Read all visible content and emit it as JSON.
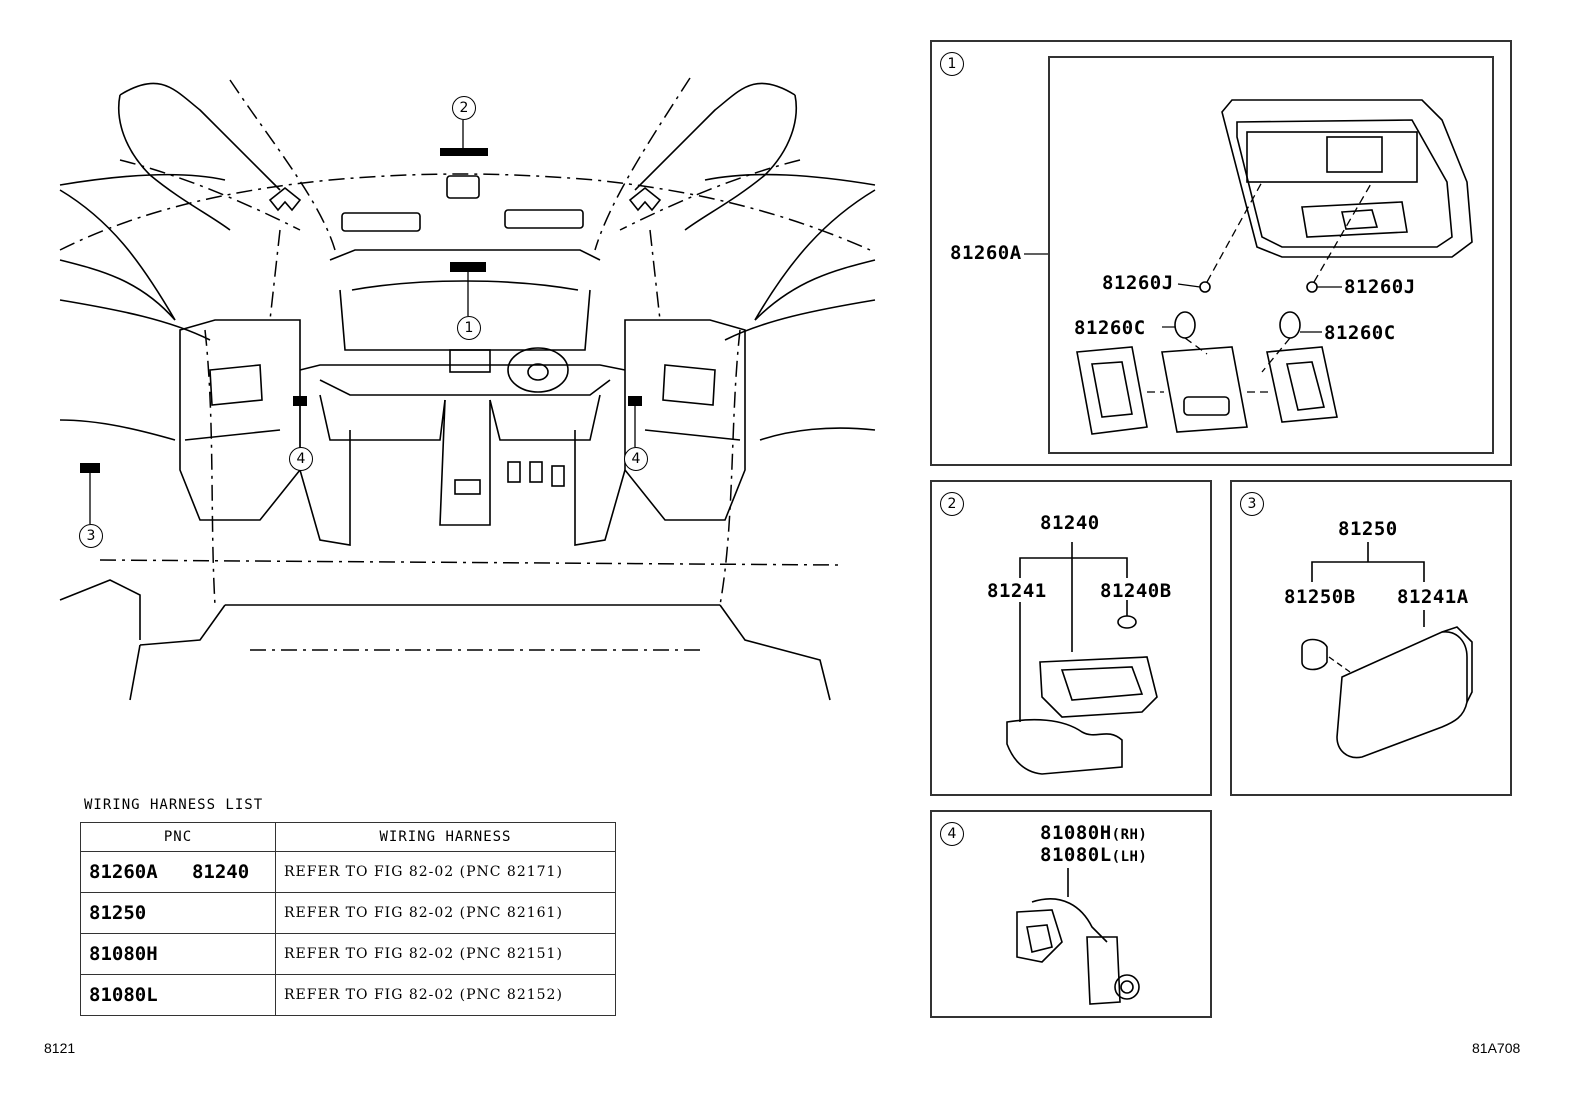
{
  "callouts": {
    "c1": "1",
    "c2": "2",
    "c3": "3",
    "c4": "4"
  },
  "panel1": {
    "num": "1",
    "labels": {
      "main": "81260A",
      "j_left": "81260J",
      "j_right": "81260J",
      "c_left": "81260C",
      "c_right": "81260C"
    }
  },
  "panel2": {
    "num": "2",
    "labels": {
      "assy": "81240",
      "lens": "81241",
      "bulb": "81240B"
    }
  },
  "panel3": {
    "num": "3",
    "labels": {
      "assy": "81250",
      "bulb": "81250B",
      "lens": "81241A"
    }
  },
  "panel4": {
    "num": "4",
    "labels": {
      "rh": "81080H",
      "rh_suffix": "(RH)",
      "lh": "81080L",
      "lh_suffix": "(LH)"
    }
  },
  "wiring_harness_list": {
    "title": "WIRING HARNESS LIST",
    "headers": [
      "PNC",
      "WIRING HARNESS"
    ],
    "rows": [
      {
        "pnc": "81260A   81240",
        "ref": "REFER TO FIG 82-02 (PNC 82171)"
      },
      {
        "pnc": "81250",
        "ref": "REFER TO FIG 82-02 (PNC 82161)"
      },
      {
        "pnc": "81080H",
        "ref": "REFER TO FIG 82-02 (PNC 82151)"
      },
      {
        "pnc": "81080L",
        "ref": "REFER TO FIG 82-02 (PNC 82152)"
      }
    ]
  },
  "footer": {
    "left": "8121",
    "right": "81A708"
  }
}
